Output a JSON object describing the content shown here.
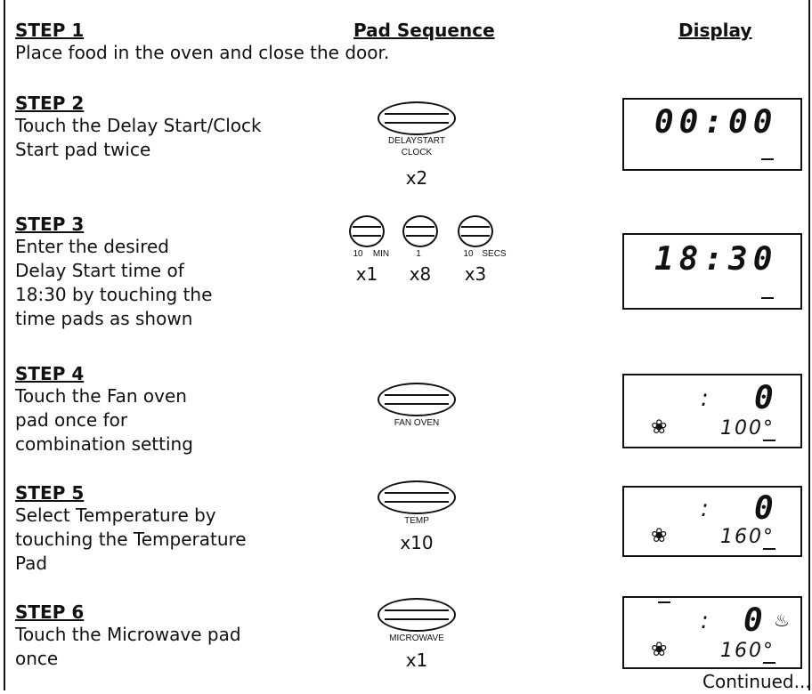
{
  "headers": {
    "pad_sequence": "Pad Sequence",
    "display": "Display"
  },
  "steps": [
    {
      "label": "STEP 1",
      "lines": [
        "Place food in the oven and close the door."
      ]
    },
    {
      "label": "STEP 2",
      "lines": [
        "Touch the Delay Start/Clock",
        "Start pad twice"
      ],
      "pad_label_1": "DELAYSTART",
      "pad_label_2": "CLOCK",
      "multiplier": "x2",
      "display_main": "00:00"
    },
    {
      "label": "STEP 3",
      "lines": [
        "Enter the desired",
        "Delay Start time of",
        "18:30 by touching the",
        "time pads as shown"
      ],
      "pad_labels": [
        "10",
        "MIN",
        "1",
        "10",
        "SECS"
      ],
      "multipliers": [
        "x1",
        "x8",
        "x3"
      ],
      "display_main": "18:30"
    },
    {
      "label": "STEP 4",
      "lines": [
        "Touch the Fan oven",
        "pad once for",
        "combination setting"
      ],
      "pad_label_1": "FAN OVEN",
      "display_colon": ":",
      "display_main": "0",
      "display_temp": "100°"
    },
    {
      "label": "STEP 5",
      "lines": [
        "Select Temperature by",
        "touching the Temperature",
        "Pad"
      ],
      "pad_label_1": "TEMP",
      "multiplier": "x10",
      "display_colon": ":",
      "display_main": "0",
      "display_temp": "160°"
    },
    {
      "label": "STEP 6",
      "lines": [
        "Touch the Microwave pad",
        "once"
      ],
      "pad_label_1": "MICROWAVE",
      "multiplier": "x1",
      "display_colon": ":",
      "display_main": "0",
      "display_temp": "160°"
    }
  ],
  "footer": {
    "continued": "Continued..."
  },
  "icons": {
    "fan": "fan-icon",
    "microwave": "microwave-wave-icon"
  }
}
